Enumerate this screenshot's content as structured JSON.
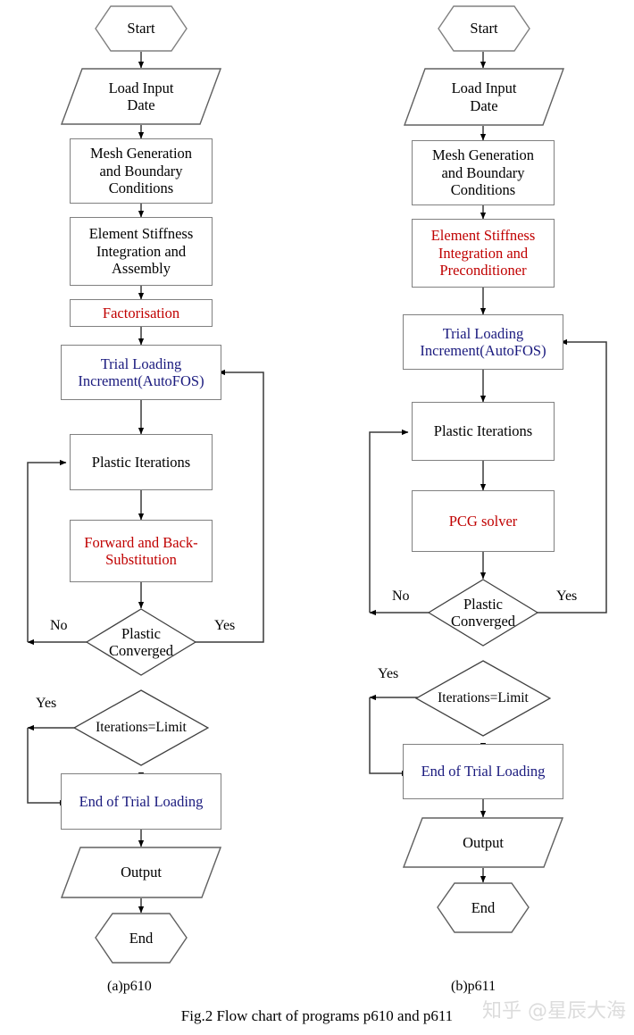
{
  "figure": {
    "caption": "Fig.2 Flow chart of programs p610 and p611",
    "watermark": "知乎 @星辰大海"
  },
  "colors": {
    "black": "#000000",
    "red": "#c00000",
    "blue": "#1a1a7e",
    "stroke": "#808080",
    "watermark": "#dcdcdc"
  },
  "branch_labels": {
    "yes": "Yes",
    "no": "No"
  },
  "charts": [
    {
      "sublabel": "(a)p610",
      "nodes": [
        {
          "id": "start",
          "shape": "hexagon",
          "text": "Start",
          "color": "black"
        },
        {
          "id": "load",
          "shape": "parallelogram",
          "text": "Load Input\nDate",
          "color": "black"
        },
        {
          "id": "mesh",
          "shape": "rect",
          "text": "Mesh Generation\nand Boundary\nConditions",
          "color": "black"
        },
        {
          "id": "elem",
          "shape": "rect",
          "text": "Element Stiffness\nIntegration and\nAssembly",
          "color": "black"
        },
        {
          "id": "fact",
          "shape": "rect",
          "text": "Factorisation",
          "color": "red"
        },
        {
          "id": "trial",
          "shape": "rect",
          "text": "Trial Loading\nIncrement(AutoFOS)",
          "color": "blue"
        },
        {
          "id": "plastic",
          "shape": "rect",
          "text": "Plastic Iterations",
          "color": "black"
        },
        {
          "id": "fwdback",
          "shape": "rect",
          "text": "Forward and Back-\nSubstitution",
          "color": "red"
        },
        {
          "id": "conv",
          "shape": "diamond",
          "text": "Plastic\nConverged",
          "color": "black"
        },
        {
          "id": "iter",
          "shape": "diamond",
          "text": "Iterations=Limit",
          "color": "black"
        },
        {
          "id": "endtl",
          "shape": "rect",
          "text": "End of Trial Loading",
          "color": "blue"
        },
        {
          "id": "output",
          "shape": "parallelogram",
          "text": "Output",
          "color": "black"
        },
        {
          "id": "end",
          "shape": "hexagon",
          "text": "End",
          "color": "black"
        }
      ]
    },
    {
      "sublabel": "(b)p611",
      "nodes": [
        {
          "id": "start",
          "shape": "hexagon",
          "text": "Start",
          "color": "black"
        },
        {
          "id": "load",
          "shape": "parallelogram",
          "text": "Load Input\nDate",
          "color": "black"
        },
        {
          "id": "mesh",
          "shape": "rect",
          "text": "Mesh Generation\nand Boundary\nConditions",
          "color": "black"
        },
        {
          "id": "elem",
          "shape": "rect",
          "text": "Element Stiffness\nIntegration and\nPreconditioner",
          "color": "red"
        },
        {
          "id": "trial",
          "shape": "rect",
          "text": "Trial Loading\nIncrement(AutoFOS)",
          "color": "blue"
        },
        {
          "id": "plastic",
          "shape": "rect",
          "text": "Plastic Iterations",
          "color": "black"
        },
        {
          "id": "pcg",
          "shape": "rect",
          "text": "PCG solver",
          "color": "red"
        },
        {
          "id": "conv",
          "shape": "diamond",
          "text": "Plastic\nConverged",
          "color": "black"
        },
        {
          "id": "iter",
          "shape": "diamond",
          "text": "Iterations=Limit",
          "color": "black"
        },
        {
          "id": "endtl",
          "shape": "rect",
          "text": "End of Trial Loading",
          "color": "blue"
        },
        {
          "id": "output",
          "shape": "parallelogram",
          "text": "Output",
          "color": "black"
        },
        {
          "id": "end",
          "shape": "hexagon",
          "text": "End",
          "color": "black"
        }
      ]
    }
  ]
}
